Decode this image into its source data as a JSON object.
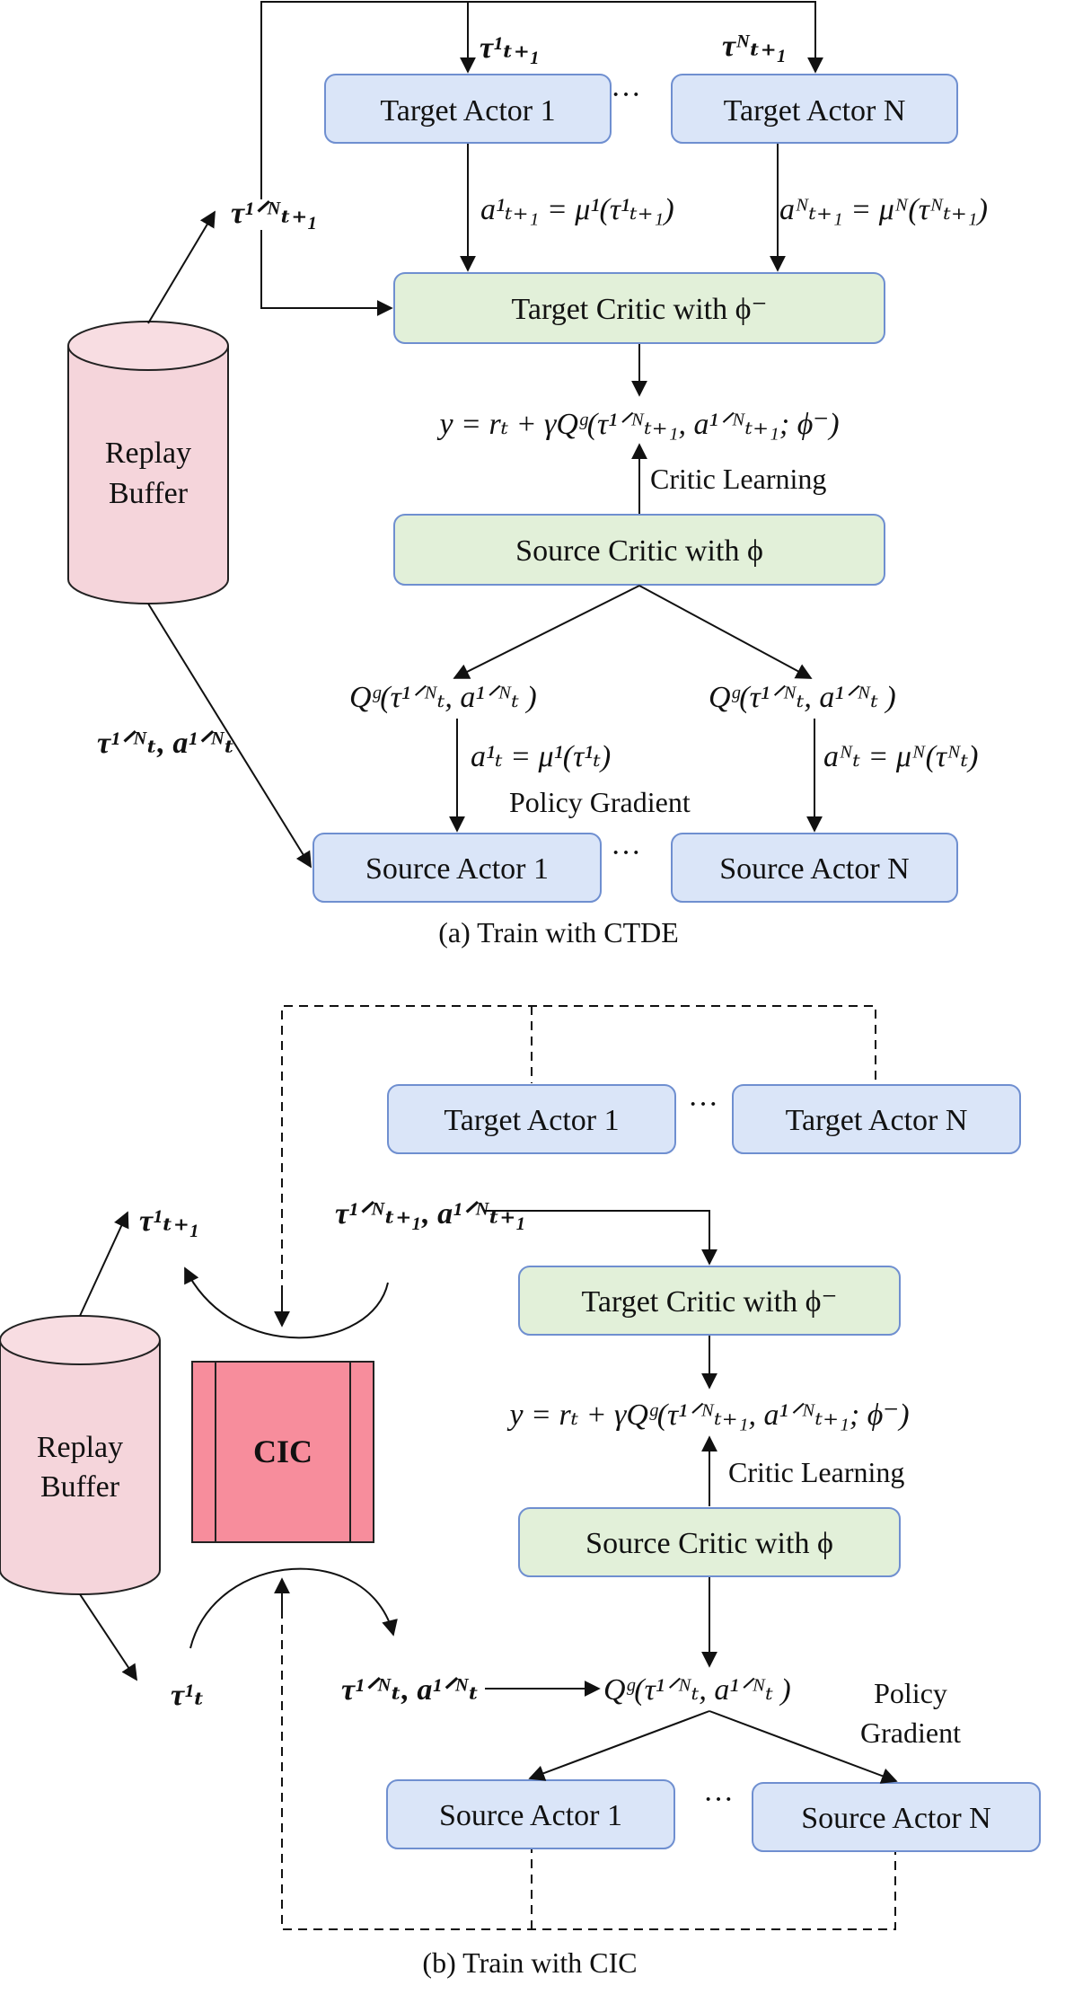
{
  "colors": {
    "actor_fill": "#dae5f8",
    "actor_stroke": "#6f8fd0",
    "critic_fill": "#e2f0d9",
    "critic_stroke": "#6f8fd0",
    "buffer_fill": "#f5d5db",
    "buffer_stroke": "#222222",
    "cic_fill": "#f78d9c",
    "cic_stroke": "#222222"
  },
  "panel_a": {
    "caption": "(a) Train with CTDE",
    "target_actor_1": "Target Actor 1",
    "target_actor_n": "Target Actor N",
    "ellipsis": "···",
    "target_critic": "Target Critic with ϕ⁻",
    "y_formula": "y = rₜ + γQᵍ(τ¹ᐟᴺₜ₊₁, a¹ᐟᴺₜ₊₁; ϕ⁻)",
    "critic_learning": "Critic Learning",
    "source_critic": "Source Critic with ϕ",
    "replay_buffer_line1": "Replay",
    "replay_buffer_line2": "Buffer",
    "tau_next_1": "τ¹ₜ₊₁",
    "tau_next_n": "τᴺₜ₊₁",
    "tau_next_all": "τ¹ᐟᴺₜ₊₁",
    "a_next_1": "a¹ₜ₊₁ = μ¹(τ¹ₜ₊₁)",
    "a_next_n": "aᴺₜ₊₁ = μᴺ(τᴺₜ₊₁)",
    "q_left": "Qᵍ(τ¹ᐟᴺₜ, a¹ᐟᴺₜ )",
    "q_right": "Qᵍ(τ¹ᐟᴺₜ, a¹ᐟᴺₜ )",
    "a_1": "a¹ₜ = μ¹(τ¹ₜ)",
    "a_n": "aᴺₜ = μᴺ(τᴺₜ)",
    "policy_gradient": "Policy Gradient",
    "tau_a_all": "τ¹ᐟᴺₜ, a¹ᐟᴺₜ",
    "source_actor_1": "Source Actor 1",
    "source_actor_n": "Source Actor N"
  },
  "panel_b": {
    "caption": "(b) Train with CIC",
    "target_actor_1": "Target Actor 1",
    "target_actor_n": "Target Actor N",
    "ellipsis": "···",
    "tau_next_1": "τ¹ₜ₊₁",
    "tau_a_next_all": "τ¹ᐟᴺₜ₊₁, a¹ᐟᴺₜ₊₁",
    "target_critic": "Target Critic with ϕ⁻",
    "y_formula": "y = rₜ + γQᵍ(τ¹ᐟᴺₜ₊₁, a¹ᐟᴺₜ₊₁; ϕ⁻)",
    "critic_learning": "Critic Learning",
    "replay_buffer_line1": "Replay",
    "replay_buffer_line2": "Buffer",
    "cic": "CIC",
    "source_critic": "Source Critic with ϕ",
    "tau_1": "τ¹ₜ",
    "tau_a_all": "τ¹ᐟᴺₜ, a¹ᐟᴺₜ",
    "q": "Qᵍ(τ¹ᐟᴺₜ, a¹ᐟᴺₜ )",
    "policy_line1": "Policy",
    "policy_line2": "Gradient",
    "source_actor_1": "Source Actor 1",
    "source_actor_n": "Source Actor N"
  }
}
